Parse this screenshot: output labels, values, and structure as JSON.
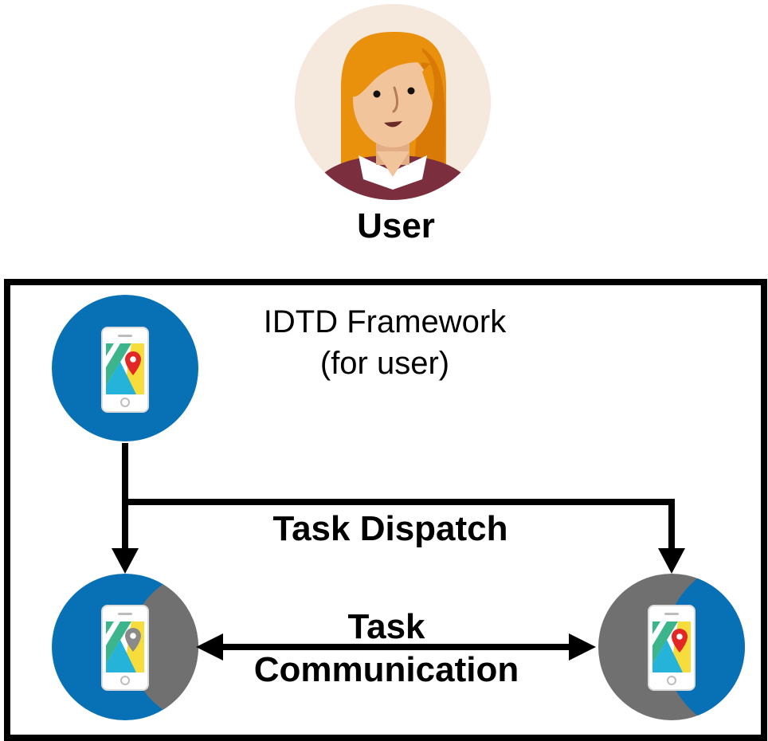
{
  "user": {
    "label": "User",
    "icon": "woman-avatar-icon"
  },
  "framework": {
    "title_line1": "IDTD Framework",
    "title_line2": "(for user)"
  },
  "edges": {
    "dispatch_label": "Task Dispatch",
    "communication_label_line1": "Task",
    "communication_label_line2": "Communication"
  },
  "nodes": [
    {
      "id": "source-device",
      "icon": "map-phone-icon",
      "state": "full"
    },
    {
      "id": "left-device",
      "icon": "map-phone-icon",
      "state": "partial-gray"
    },
    {
      "id": "right-device",
      "icon": "map-phone-icon",
      "state": "mostly-gray"
    }
  ],
  "colors": {
    "node_blue": "#0870b5",
    "node_gray": "#707070",
    "avatar_bg": "#f5e8dc",
    "hair": "#e9900c",
    "skin": "#f2c49b",
    "shirt": "#7a2e3e",
    "pin_red": "#e32626"
  }
}
